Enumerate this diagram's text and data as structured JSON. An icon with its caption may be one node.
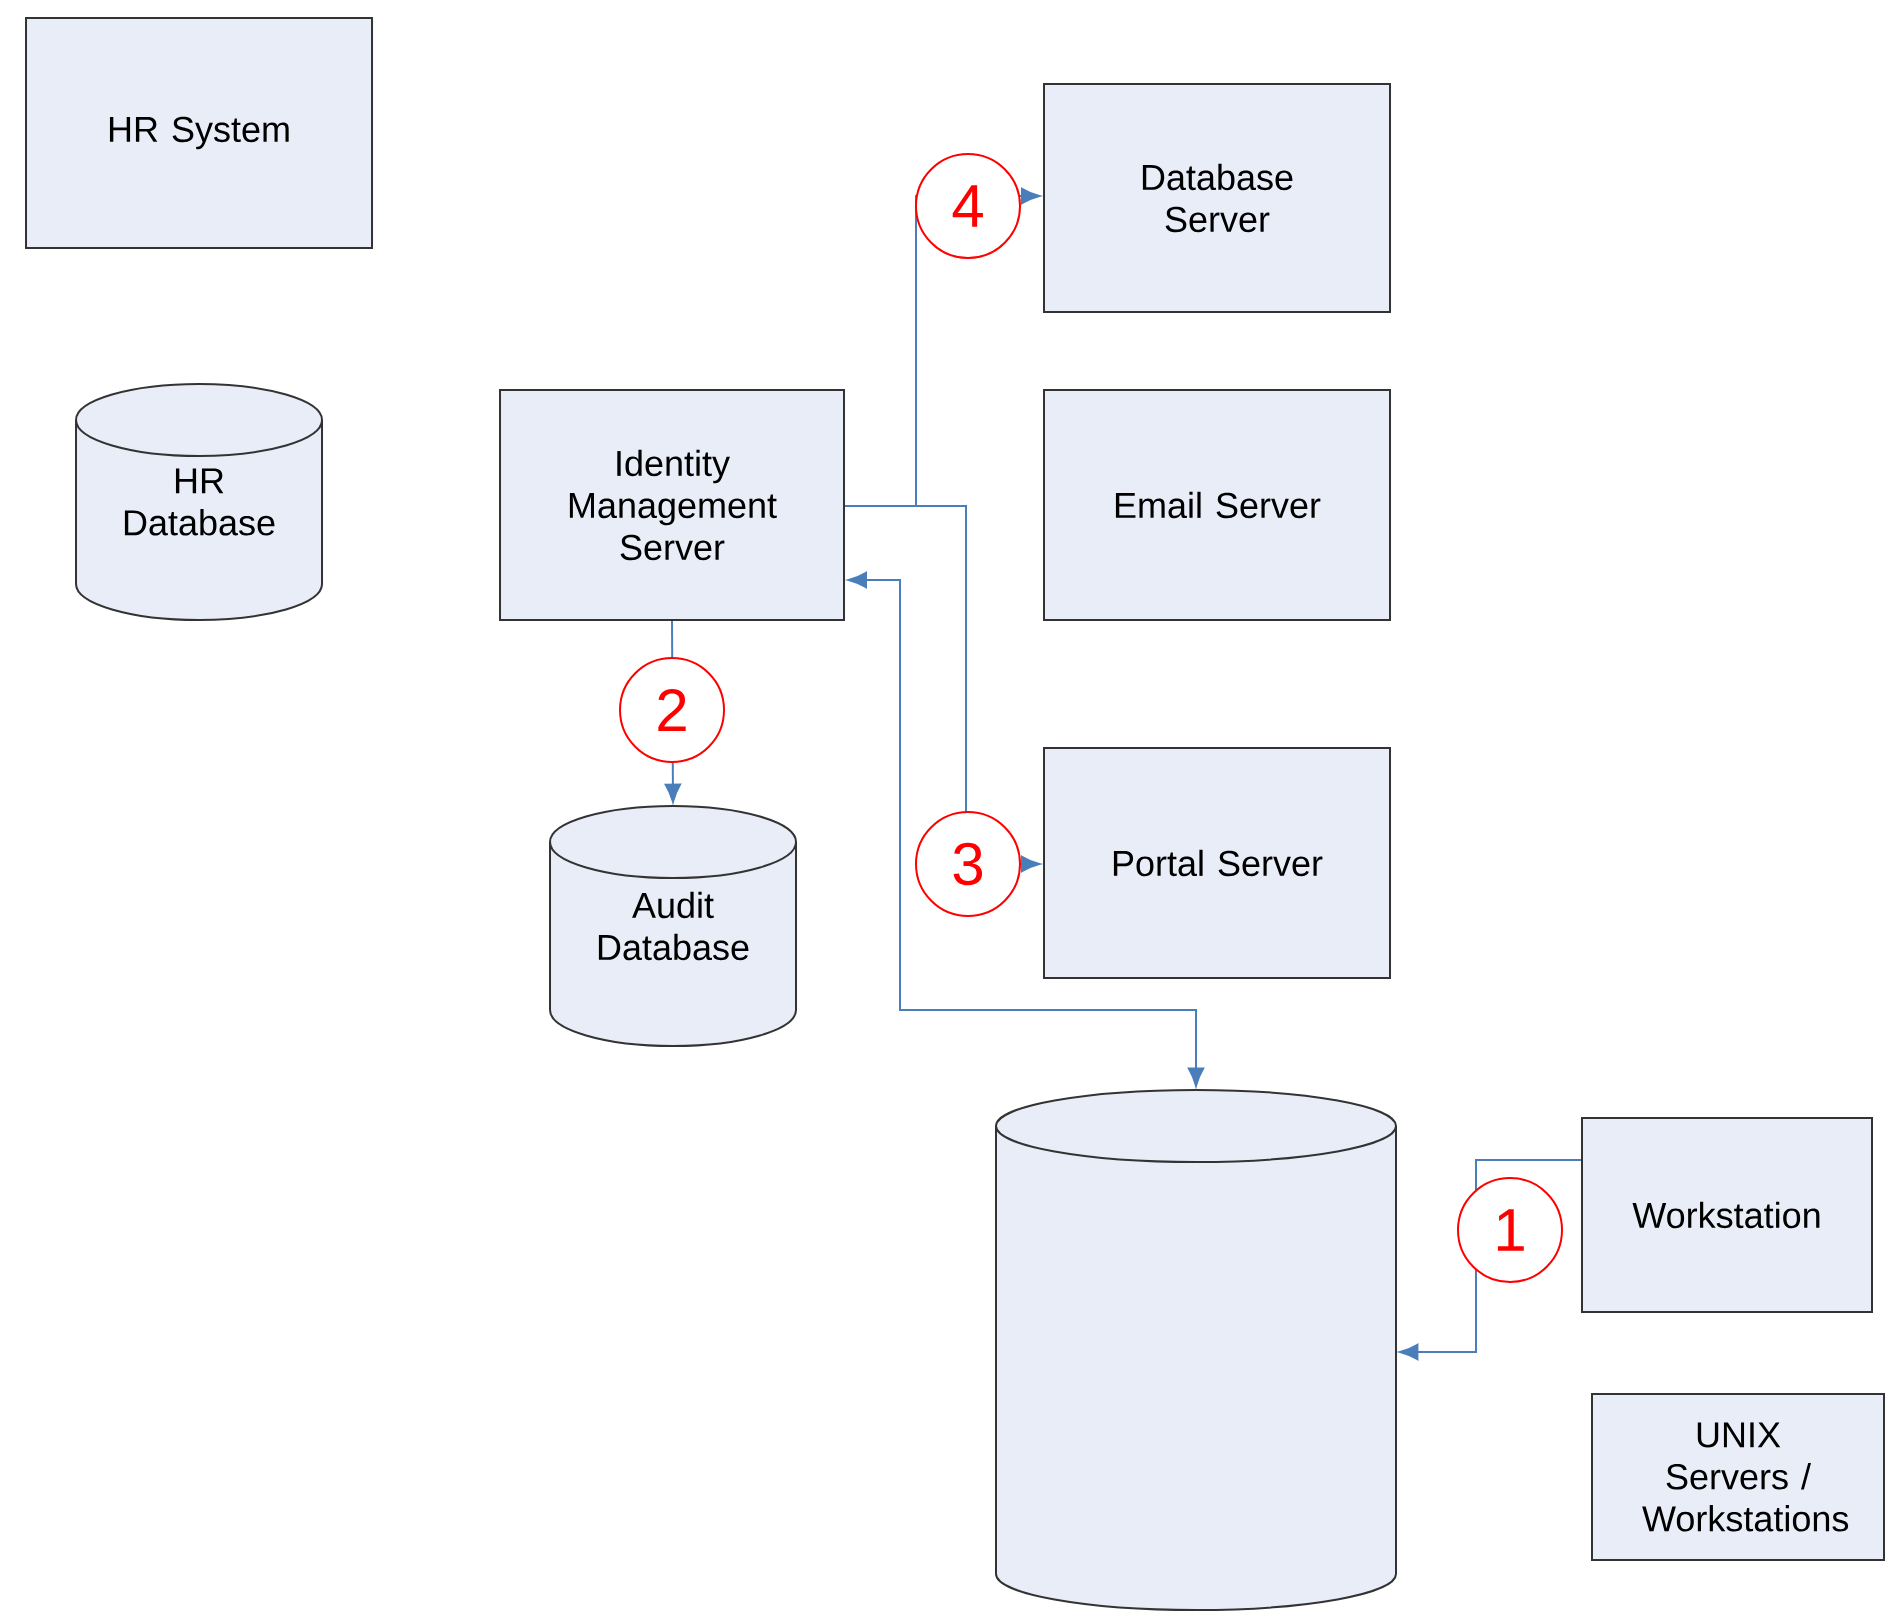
{
  "diagram": {
    "nodes": [
      {
        "text": [
          "HR System"
        ]
      },
      {
        "text": [
          "HR Database"
        ]
      },
      {
        "text": [
          "Identity Management Server"
        ]
      },
      {
        "text": [
          "Database Server"
        ]
      },
      {
        "text": [
          "Email Server"
        ]
      },
      {
        "text": [
          "Audit Database"
        ]
      },
      {
        "text": [
          "Portal Server"
        ]
      },
      {
        "text": [],
        "shape": "cylinder"
      },
      {
        "text": [
          "Workstation"
        ]
      },
      {
        "text": [
          "UNIX Servers / Workstations"
        ]
      }
    ],
    "edges": [
      {
        "from": 8,
        "to": 7,
        "arrow": "to",
        "label": "1"
      },
      {
        "from": 2,
        "to": 5,
        "arrow": "to",
        "label": "2"
      },
      {
        "from": 2,
        "to": 6,
        "arrow": "to",
        "label": "3"
      },
      {
        "from": 2,
        "to": 3,
        "arrow": "to",
        "label": "4"
      },
      {
        "from": 7,
        "to": 2,
        "arrow": "both"
      }
    ]
  }
}
